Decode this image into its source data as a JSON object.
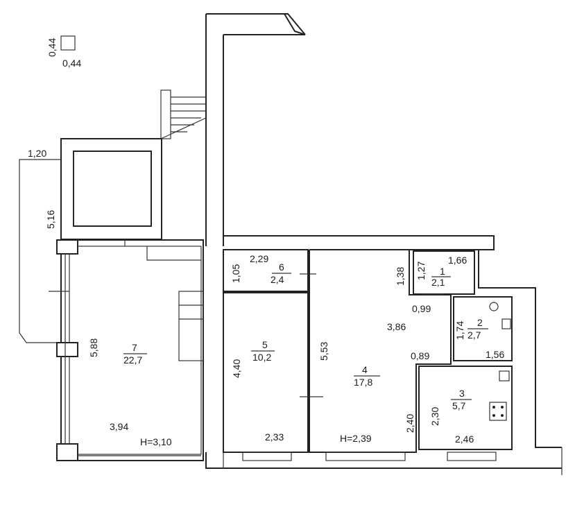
{
  "scale_square": {
    "width": "0,44",
    "height": "0,44"
  },
  "balcony": {
    "width": "1,20",
    "length": "5,16"
  },
  "rooms": [
    {
      "number": "7",
      "area": "22,7"
    },
    {
      "number": "6",
      "area": "2,4"
    },
    {
      "number": "5",
      "area": "10,2"
    },
    {
      "number": "4",
      "area": "17,8"
    },
    {
      "number": "1",
      "area": "2,1"
    },
    {
      "number": "2",
      "area": "2,7"
    },
    {
      "number": "3",
      "area": "5,7"
    }
  ],
  "dimensions": {
    "room7_length": "5,88",
    "room7_width": "3,94",
    "room7_height": "H=3,10",
    "room6_width": "2,29",
    "room6_depth": "1,05",
    "room5_length": "4,40",
    "room5_width": "2,33",
    "room4_length": "5,53",
    "room4_width": "3,86",
    "room4_height": "H=2,39",
    "room4_niche_a": "1,38",
    "room4_niche_b": "0,89",
    "room4_niche_c": "2,40",
    "room1_width": "1,27",
    "room1_length": "1,66",
    "room1_door": "0,99",
    "room2_length": "1,74",
    "room2_width": "1,56",
    "room3_length": "2,30",
    "room3_width": "2,46"
  }
}
